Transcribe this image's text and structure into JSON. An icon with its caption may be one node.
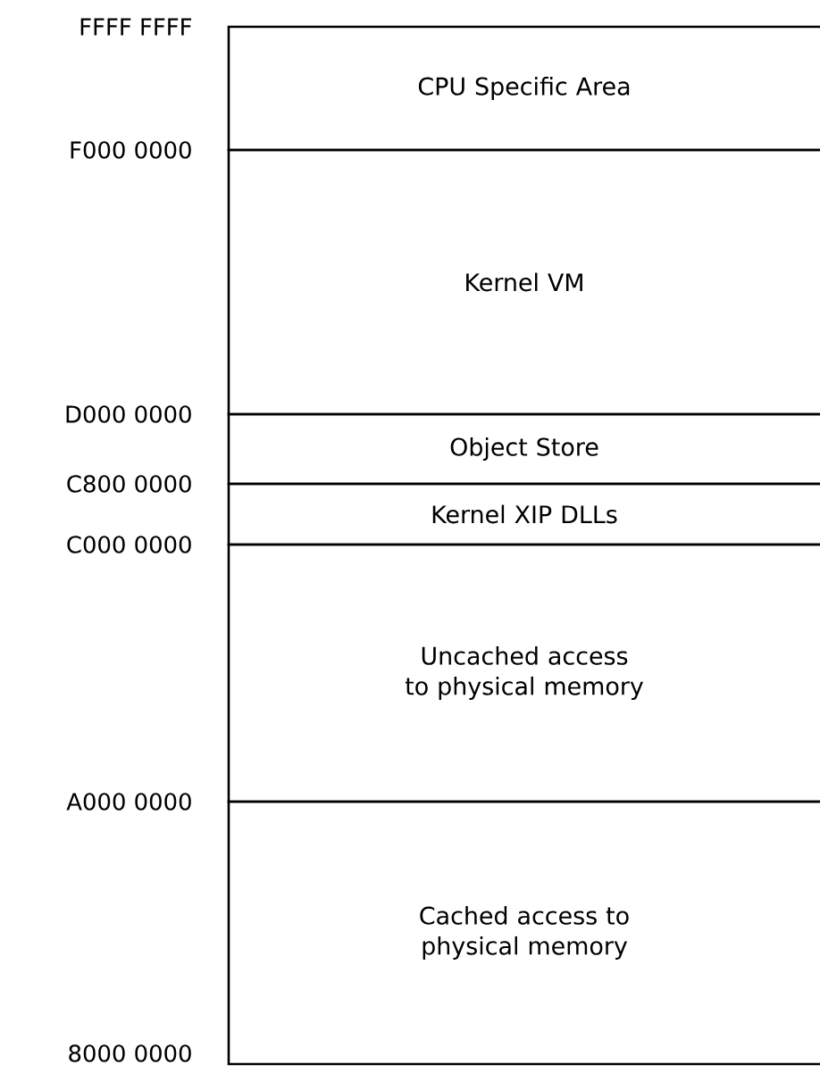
{
  "diagram": {
    "nodes": [
      {
        "text": [
          "CPU Specific Area"
        ]
      },
      {
        "text": [
          "Kernel VM"
        ]
      },
      {
        "text": [
          "Object Store"
        ]
      },
      {
        "text": [
          "Kernel XIP DLLs"
        ]
      },
      {
        "text": [
          "Uncached access to physical memory"
        ]
      },
      {
        "text": [
          "Cached access to physical memory"
        ]
      }
    ],
    "labels": [
      "FFFF FFFF",
      "F000 0000",
      "D000 0000",
      "C800 0000",
      "C000 0000",
      "A000 0000",
      "8000 0000"
    ]
  }
}
